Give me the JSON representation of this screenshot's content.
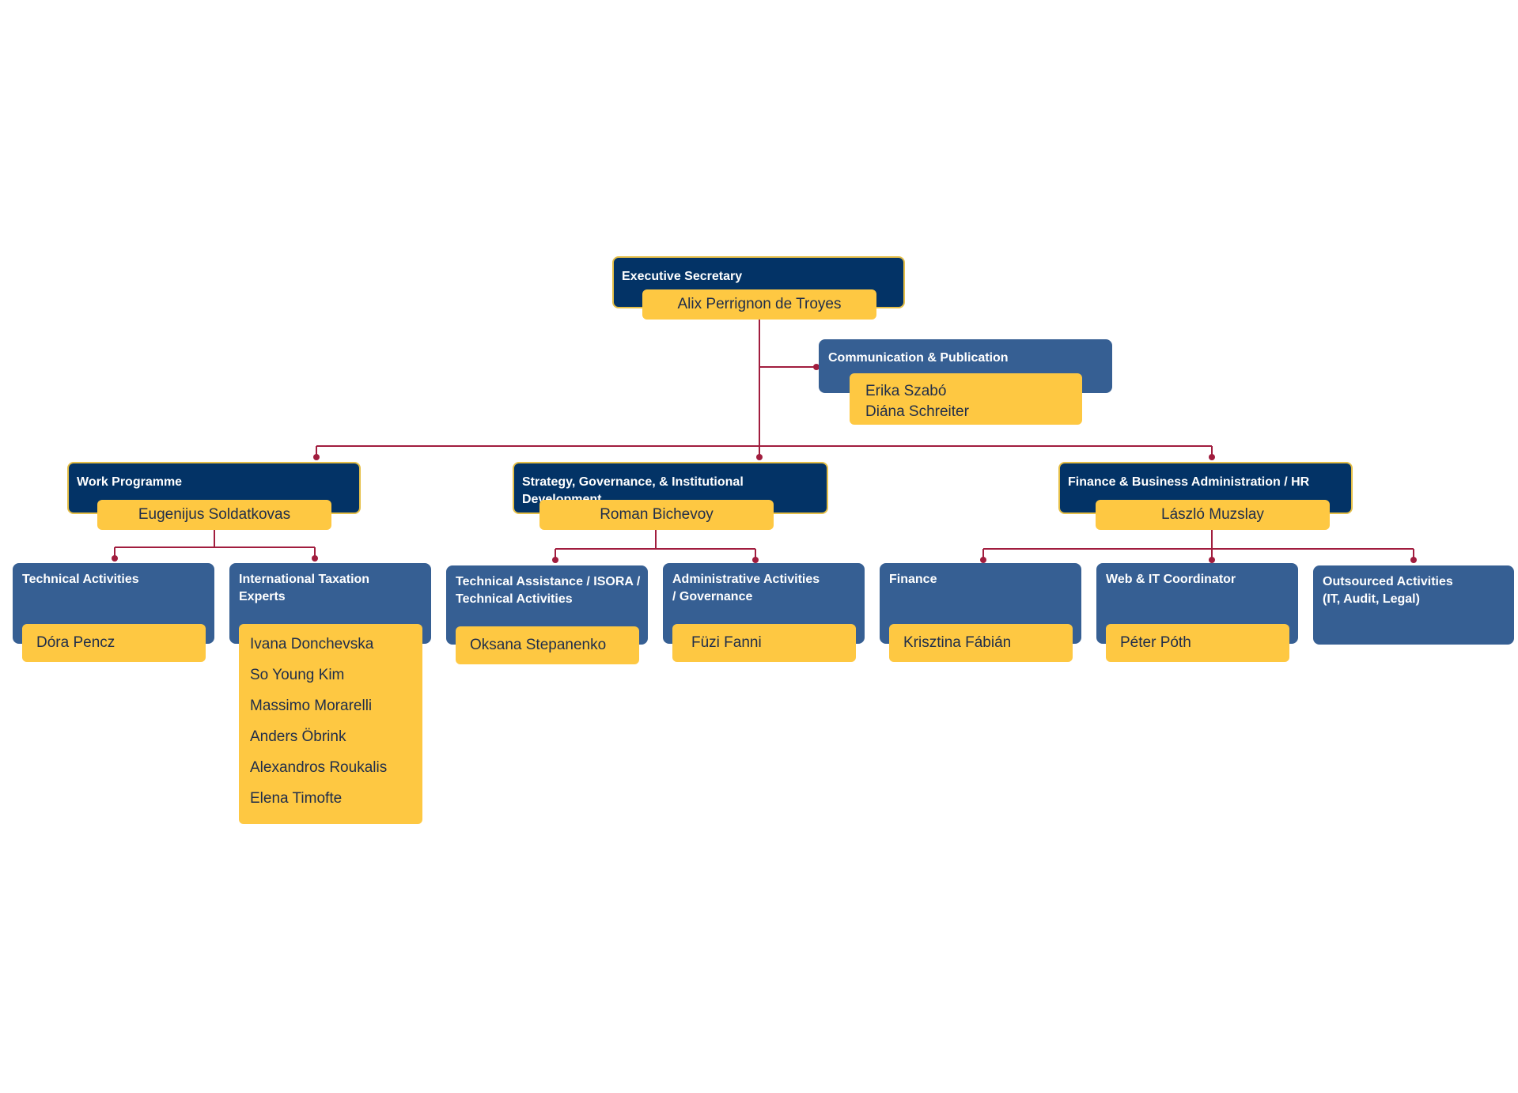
{
  "colors": {
    "dark_box": "#033366",
    "mid_box": "#365f93",
    "name_pill": "#fec842",
    "connector": "#a11d3e",
    "box_border": "#e5bf48"
  },
  "executive": {
    "title": "Executive Secretary",
    "names": [
      "Alix Perrignon de Troyes"
    ]
  },
  "communication": {
    "title": "Communication & Publication",
    "names": [
      "Erika Szabó",
      "Diána Schreiter"
    ]
  },
  "divisions": [
    {
      "title": "Work Programme",
      "names": [
        "Eugenijus Soldatkovas"
      ]
    },
    {
      "title": "Strategy, Governance, & Institutional Development",
      "names": [
        "Roman Bichevoy"
      ]
    },
    {
      "title": "Finance & Business Administration / HR",
      "names": [
        "László Muzslay"
      ]
    }
  ],
  "units": [
    {
      "title": "Technical Activities",
      "names": [
        "Dóra Pencz"
      ]
    },
    {
      "title": "International Taxation\nExperts",
      "names": [
        "Ivana Donchevska",
        "So Young Kim",
        "Massimo Morarelli",
        "Anders Öbrink",
        "Alexandros Roukalis",
        "Elena Timofte"
      ]
    },
    {
      "title": "Technical Assistance  / ISORA /\nTechnical Activities",
      "names": [
        "Oksana Stepanenko"
      ]
    },
    {
      "title": "Administrative Activities\n/ Governance",
      "names": [
        "Füzi Fanni"
      ]
    },
    {
      "title": "Finance",
      "names": [
        "Krisztina Fábián"
      ]
    },
    {
      "title": "Web & IT Coordinator",
      "names": [
        "Péter Póth"
      ]
    },
    {
      "title": "Outsourced Activities\n(IT, Audit, Legal)",
      "names": []
    }
  ]
}
